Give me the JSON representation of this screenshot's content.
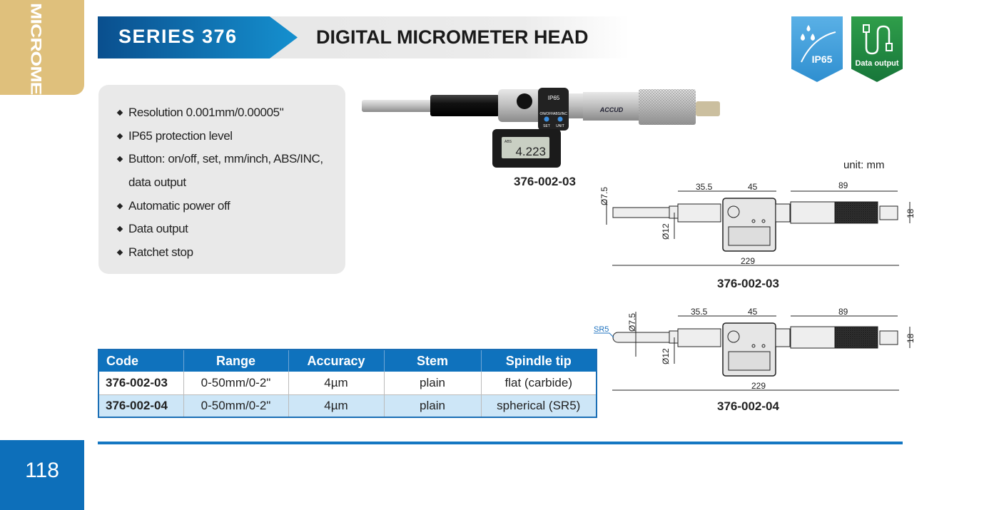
{
  "side_tab": {
    "label": "MICROMETER"
  },
  "page_number": "118",
  "header": {
    "series": "SERIES 376",
    "title": "DIGITAL MICROMETER HEAD"
  },
  "badges": [
    {
      "label": "IP65",
      "icon": "water-drops-icon",
      "color": "#3a9ad9"
    },
    {
      "label": "Data output",
      "icon": "cable-icon",
      "color": "#1f8a3c"
    }
  ],
  "features": [
    "Resolution 0.001mm/0.00005\"",
    "IP65 protection level",
    "Button: on/off, set, mm/inch, ABS/INC,",
    "data output",
    "Automatic power off",
    "Data output",
    "Ratchet stop"
  ],
  "product_photo": {
    "caption": "376-002-03",
    "brand": "ACCUD",
    "display_value": "4.223",
    "display_mode": "ABS",
    "button1": "SET",
    "button2": "UNIT",
    "button1_top": "ON/OFF",
    "button2_top": "ABS/INC",
    "logo": "IP65"
  },
  "unit_note": "unit: mm",
  "drawings": [
    {
      "caption": "376-002-03",
      "dims": {
        "spindle_dia": "Ø7.5",
        "stem_dia": "Ø12",
        "stem_len": "35.5",
        "body_w": "45",
        "thimble_len": "89",
        "total": "229",
        "height": "18"
      }
    },
    {
      "caption": "376-002-04",
      "tip": "SR5",
      "dims": {
        "spindle_dia": "Ø7.5",
        "stem_dia": "Ø12",
        "stem_len": "35.5",
        "body_w": "45",
        "thimble_len": "89",
        "total": "229",
        "height": "18"
      }
    }
  ],
  "table": {
    "headers": [
      "Code",
      "Range",
      "Accuracy",
      "Stem",
      "Spindle tip"
    ],
    "rows": [
      [
        "376-002-03",
        "0-50mm/0-2\"",
        "4µm",
        "plain",
        "flat (carbide)"
      ],
      [
        "376-002-04",
        "0-50mm/0-2\"",
        "4µm",
        "plain",
        "spherical (SR5)"
      ]
    ]
  }
}
